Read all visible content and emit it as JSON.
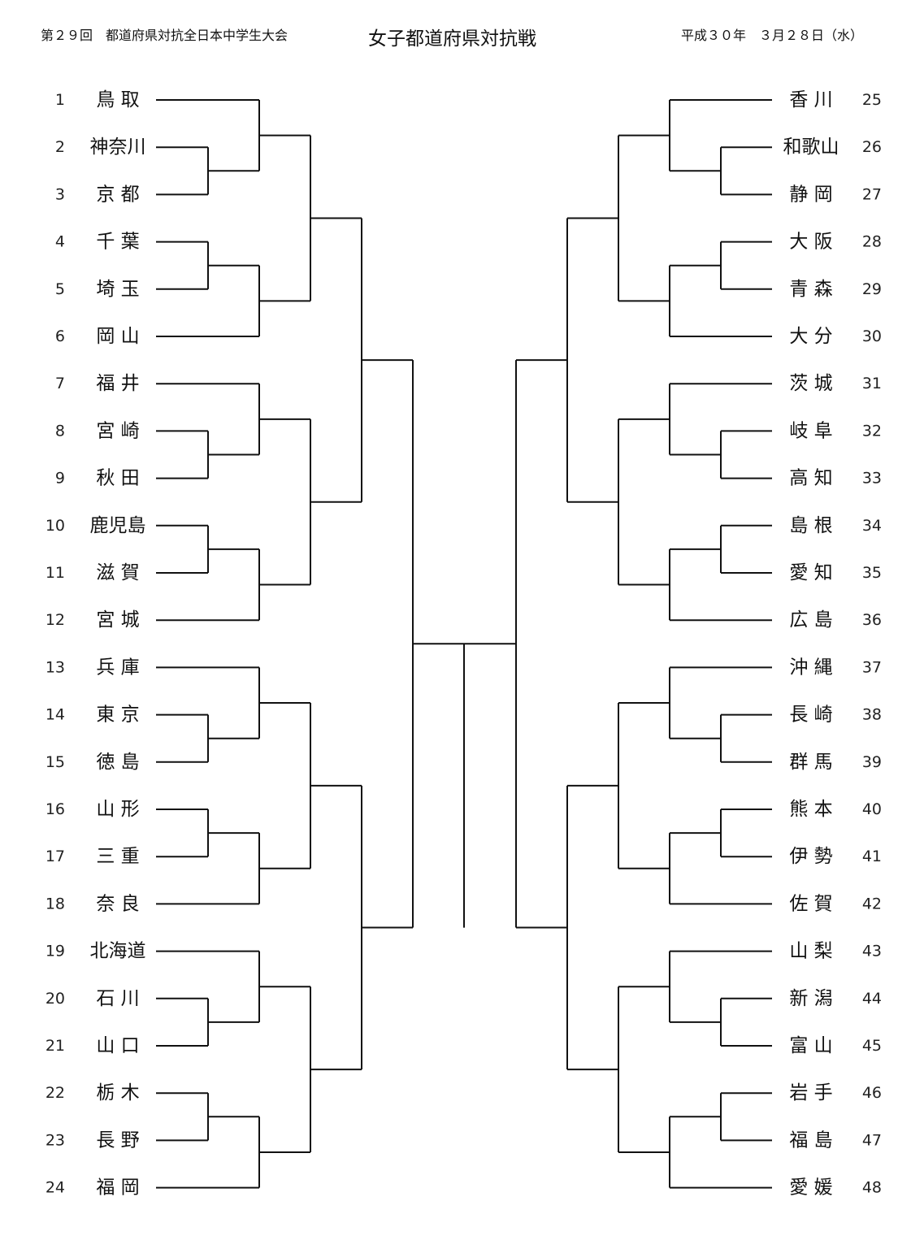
{
  "header": {
    "left": "第２９回　都道府県対抗全日本中学生大会",
    "title": "女子都道府県対抗戦",
    "right": "平成３０年　３月２８日（水）"
  },
  "left_teams": [
    {
      "num": "1",
      "name": "鳥 取"
    },
    {
      "num": "2",
      "name": "神奈川"
    },
    {
      "num": "3",
      "name": "京 都"
    },
    {
      "num": "4",
      "name": "千 葉"
    },
    {
      "num": "5",
      "name": "埼 玉"
    },
    {
      "num": "6",
      "name": "岡 山"
    },
    {
      "num": "7",
      "name": "福 井"
    },
    {
      "num": "8",
      "name": "宮 崎"
    },
    {
      "num": "9",
      "name": "秋 田"
    },
    {
      "num": "10",
      "name": "鹿児島"
    },
    {
      "num": "11",
      "name": "滋 賀"
    },
    {
      "num": "12",
      "name": "宮 城"
    },
    {
      "num": "13",
      "name": "兵 庫"
    },
    {
      "num": "14",
      "name": "東 京"
    },
    {
      "num": "15",
      "name": "徳 島"
    },
    {
      "num": "16",
      "name": "山 形"
    },
    {
      "num": "17",
      "name": "三 重"
    },
    {
      "num": "18",
      "name": "奈 良"
    },
    {
      "num": "19",
      "name": "北海道"
    },
    {
      "num": "20",
      "name": "石 川"
    },
    {
      "num": "21",
      "name": "山 口"
    },
    {
      "num": "22",
      "name": "栃 木"
    },
    {
      "num": "23",
      "name": "長 野"
    },
    {
      "num": "24",
      "name": "福 岡"
    }
  ],
  "right_teams": [
    {
      "num": "25",
      "name": "香 川"
    },
    {
      "num": "26",
      "name": "和歌山"
    },
    {
      "num": "27",
      "name": "静 岡"
    },
    {
      "num": "28",
      "name": "大 阪"
    },
    {
      "num": "29",
      "name": "青 森"
    },
    {
      "num": "30",
      "name": "大 分"
    },
    {
      "num": "31",
      "name": "茨 城"
    },
    {
      "num": "32",
      "name": "岐 阜"
    },
    {
      "num": "33",
      "name": "高 知"
    },
    {
      "num": "34",
      "name": "島 根"
    },
    {
      "num": "35",
      "name": "愛 知"
    },
    {
      "num": "36",
      "name": "広 島"
    },
    {
      "num": "37",
      "name": "沖 縄"
    },
    {
      "num": "38",
      "name": "長 崎"
    },
    {
      "num": "39",
      "name": "群 馬"
    },
    {
      "num": "40",
      "name": "熊 本"
    },
    {
      "num": "41",
      "name": "伊 勢"
    },
    {
      "num": "42",
      "name": "佐 賀"
    },
    {
      "num": "43",
      "name": "山 梨"
    },
    {
      "num": "44",
      "name": "新 潟"
    },
    {
      "num": "45",
      "name": "富 山"
    },
    {
      "num": "46",
      "name": "岩 手"
    },
    {
      "num": "47",
      "name": "福 島"
    },
    {
      "num": "48",
      "name": "愛 媛"
    }
  ]
}
